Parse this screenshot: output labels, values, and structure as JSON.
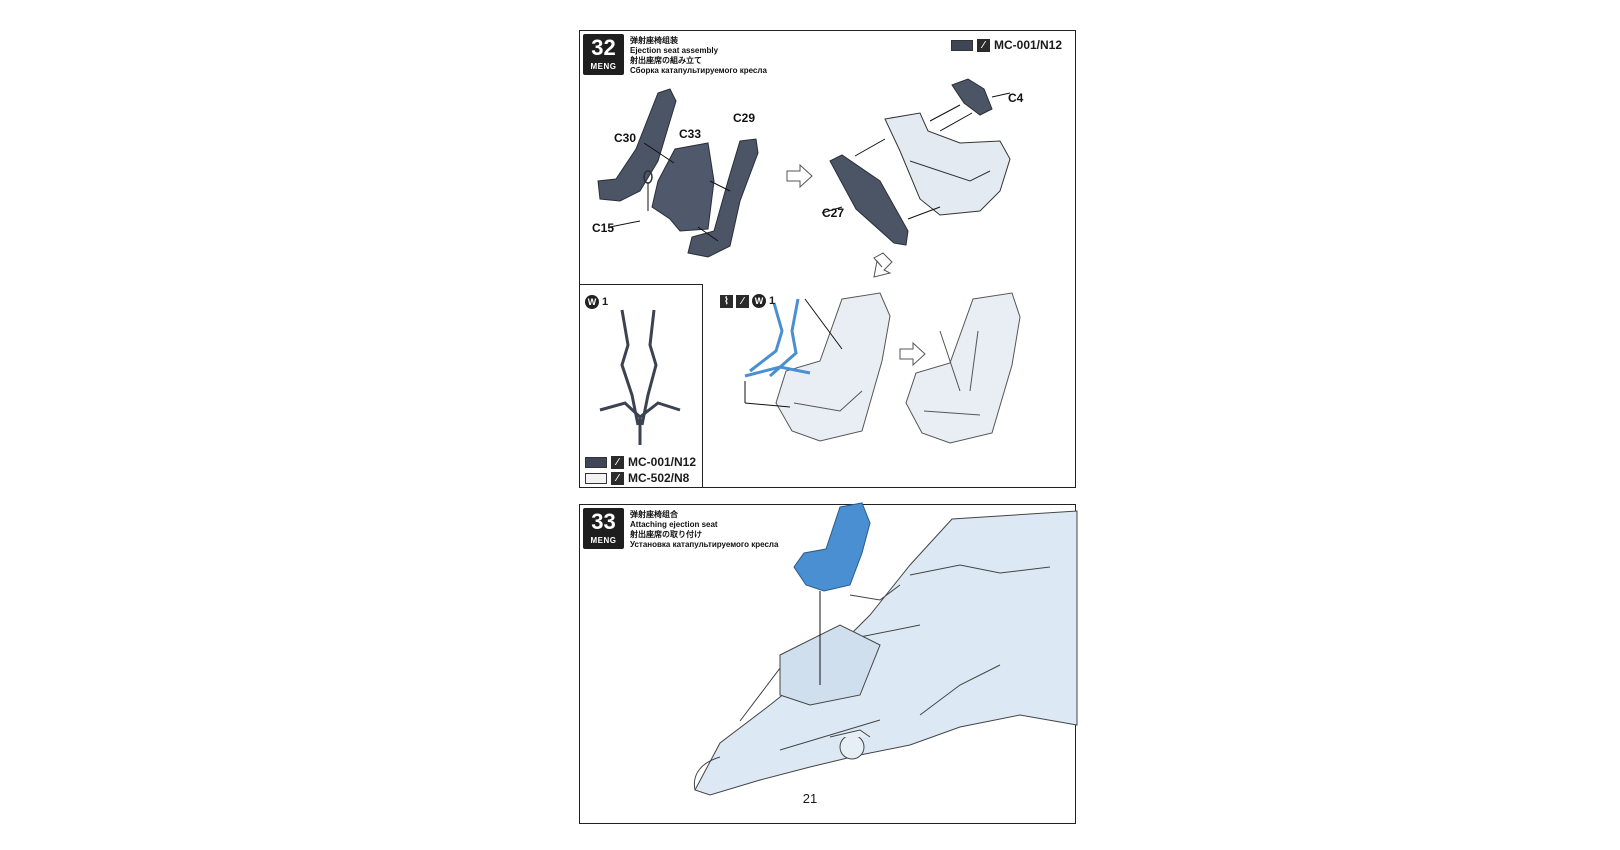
{
  "page_number": "21",
  "steps": [
    {
      "number": "32",
      "brand": "MENG",
      "title_cn": "弹射座椅组装",
      "title_en": "Ejection seat assembly",
      "title_jp": "射出座席の組み立て",
      "title_ru": "Сборка катапультируемого кресла",
      "paint": "MC-001/N12",
      "parts": {
        "c30": "C30",
        "c33": "C33",
        "c29": "C29",
        "c15": "C15",
        "c4": "C4",
        "c27": "C27"
      },
      "decal_label": "1",
      "inset_paints": [
        "MC-001/N12",
        "MC-502/N8"
      ]
    },
    {
      "number": "33",
      "brand": "MENG",
      "title_cn": "弹射座椅组合",
      "title_en": "Attaching ejection seat",
      "title_jp": "射出座席の取り付け",
      "title_ru": "Установка катапультируемого кресла"
    }
  ],
  "colors": {
    "seat_dark": "#4b5566",
    "seat_light": "#dfe7f0",
    "highlight_blue": "#4a8fd1",
    "aircraft": "#dce9f4",
    "line": "#1b1b1b"
  },
  "icons": [
    "brush-icon",
    "decal-w-icon",
    "harness-icon",
    "arrow-right-icon",
    "arrow-down-left-icon"
  ]
}
